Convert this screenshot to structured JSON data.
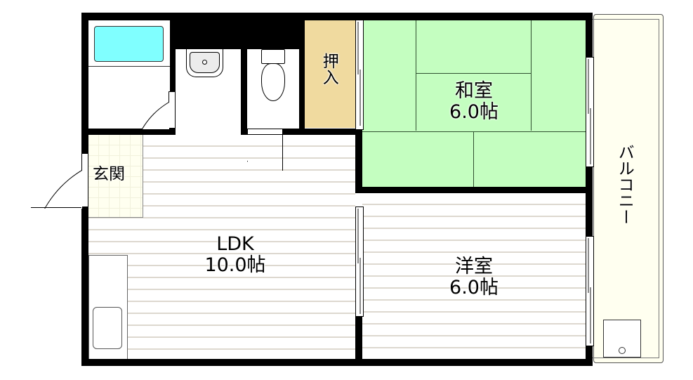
{
  "floorplan": {
    "rooms": {
      "washitsu": {
        "name": "和室",
        "size": "6.0帖",
        "floor": "tatami",
        "color": "#c4fec0"
      },
      "yoshitsu": {
        "name": "洋室",
        "size": "6.0帖",
        "floor": "flooring"
      },
      "ldk": {
        "name": "LDK",
        "size": "10.0帖",
        "floor": "flooring"
      },
      "oshiire": {
        "name": "押入",
        "color": "#f0da9f"
      },
      "genkan": {
        "name": "玄関",
        "color": "#fffff0"
      },
      "balcony": {
        "name": "バルコニー",
        "color": "#fffff0"
      },
      "bath": {
        "tub_color": "#80ffff"
      },
      "washroom": {},
      "toilet": {}
    },
    "fixtures": [
      "bathtub-icon",
      "wash-basin-icon",
      "toilet-icon",
      "kitchen-sink-icon",
      "washing-machine-pan-icon"
    ],
    "colors": {
      "wall": "#000000",
      "floor_line": "#ddd8cf",
      "tatami_line": "#2f4f2f"
    }
  }
}
